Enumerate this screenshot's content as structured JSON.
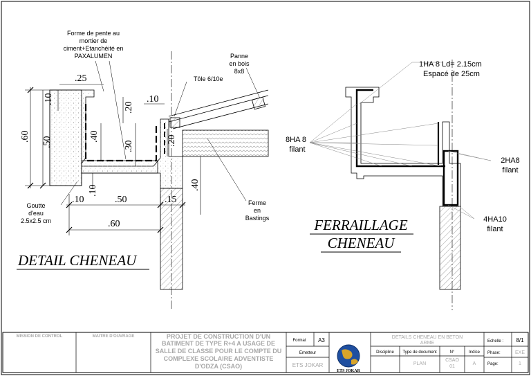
{
  "detail": {
    "title": "DETAIL CHENEAU",
    "labels": {
      "forme_pente": [
        "Forme de pente au",
        "mortier de",
        "ciment+Etanchéité en",
        "PAXALUMEN"
      ],
      "panne": [
        "Panne",
        "en bois",
        "8x8"
      ],
      "tole": "Tôle 6/10e",
      "goutte": [
        "Goutte",
        "d'eau",
        "2.5x2.5 cm"
      ],
      "ferme": [
        "Ferme",
        "en",
        "Bastings"
      ]
    },
    "dims": {
      "d25": ".25",
      "d10_top": ".10",
      "d20a": ".20",
      "d10_right": ".10",
      "d60_v": ".60",
      "d50_v": ".50",
      "d40_v": ".40",
      "d30_v": ".30",
      "d20b": ".20",
      "d40b_v": ".40",
      "d10_low_v": ".10",
      "d10_h": ".10",
      "d50_h": ".50",
      "d15_h": ".15",
      "d60_h": ".60"
    }
  },
  "ferraillage": {
    "title": [
      "FERRAILLAGE",
      "CHENEAU"
    ],
    "labels": {
      "top": [
        "1HA 8 Ld= 2.15cm",
        "Espacé de 25cm"
      ],
      "left": [
        "8HA 8",
        "filant"
      ],
      "right": [
        "2HA8",
        "filant"
      ],
      "bottom": [
        "4HA10",
        "filant"
      ]
    }
  },
  "title_block": {
    "mission": "MISSION DE CONTROL",
    "maitre": "MAITRE D'OUVRAGE",
    "projet": [
      "PROJET DE CONSTRUCTION D'UN",
      "BATIMENT DE TYPE R+4 A USAGE DE",
      "SALLE DE CLASSE POUR LE COMPTE DU",
      "COMPLEXE SCOLAIRE ADVENTISTE",
      "D'ODZA (CSAO)"
    ],
    "format_label": "Format",
    "format_value": "A3",
    "emetteur_label": "Emetteur",
    "emetteur_value": "ETS JOKAR",
    "logo_text": "ETS JOKAR",
    "sheet_title": [
      "DETAILS CHENEAU EN BETON",
      "ARME"
    ],
    "discipline_label": "Discipline",
    "doc_type_label": "Type de document",
    "doc_type_value": "PLAN",
    "num_label": "N°",
    "num_value": [
      "CSAO",
      "01"
    ],
    "indice_label": "Indice",
    "indice_value": "A",
    "echelle_label": "Echelle :",
    "echelle_value": "8/1",
    "phase_label": "Phase:",
    "phase_value": "EXE",
    "page_label": "Page:",
    "page_value": "1"
  }
}
